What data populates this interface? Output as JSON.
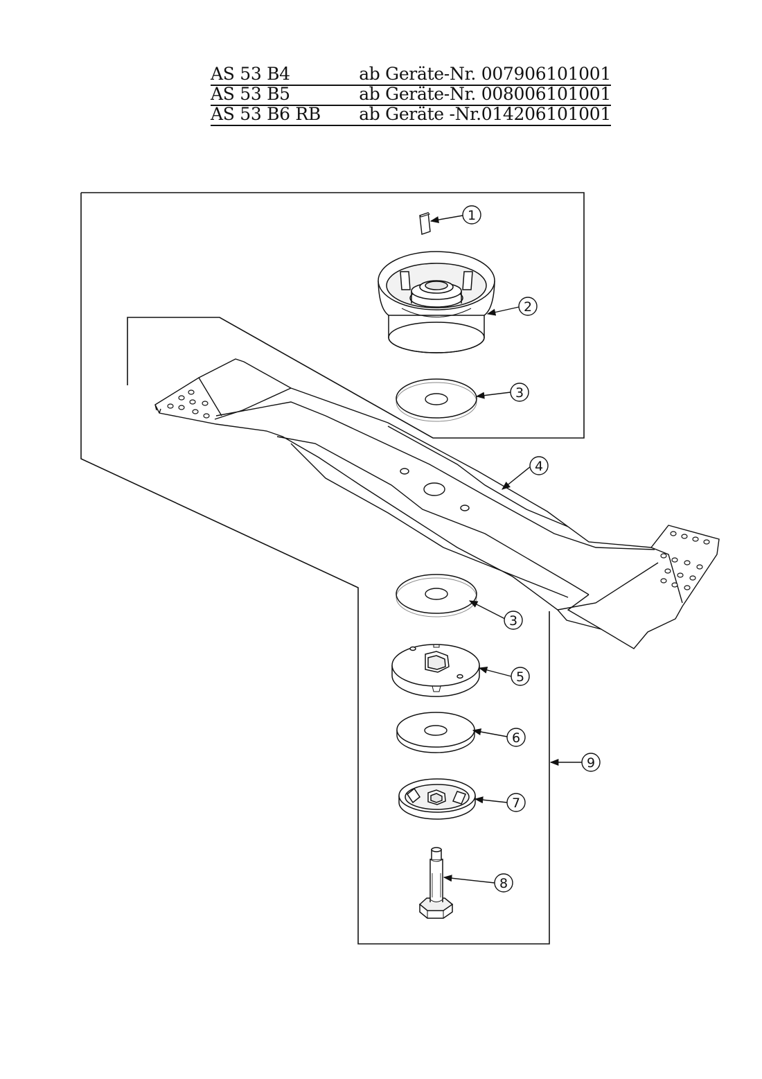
{
  "header": {
    "lines": [
      {
        "model": "AS 53 B4",
        "serial": "ab Geräte-Nr. 007906101001"
      },
      {
        "model": "AS 53 B5",
        "serial": "ab Geräte-Nr. 008006101001"
      },
      {
        "model": "AS 53 B6 RB",
        "serial": "ab Geräte -Nr.014206101001"
      }
    ]
  },
  "callouts": {
    "c1": "1",
    "c2": "2",
    "c3a": "3",
    "c4": "4",
    "c3b": "3",
    "c5": "5",
    "c6": "6",
    "c7": "7",
    "c8": "8",
    "c9": "9"
  },
  "colors": {
    "ink": "#111111",
    "paper": "#ffffff",
    "shade": "#e6e6e6"
  }
}
